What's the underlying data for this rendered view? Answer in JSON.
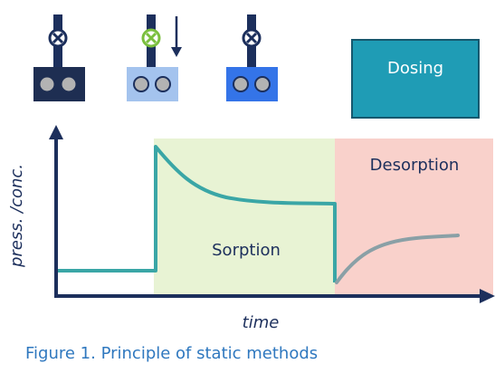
{
  "phases": {
    "sorption": "Sorption",
    "desorption": "Desorption"
  },
  "dosing_label": "Dosing",
  "axes": {
    "ylabel": "press. /conc.",
    "xlabel": "time"
  },
  "caption": "Figure 1. Principle of static methods",
  "colors": {
    "axis": "#1c2f5c",
    "curve": "#3aa6a6",
    "curve_desorption": "#8aa0a6",
    "sorption_bg": "#e8f3d4",
    "desorption_bg": "#f9d1cb",
    "dosing_fill": "#1f9cb5",
    "dosing_border": "#16586e",
    "valve_pipe": "#1c2f5c",
    "valve_closed_x": "#1c2f5c",
    "valve_open_x": "#7bbf3e",
    "cell_1": "#1e2e52",
    "cell_2": "#a4c3ee",
    "cell_3": "#3474e8"
  },
  "valves": [
    {
      "state": "closed",
      "arrow": false
    },
    {
      "state": "open",
      "arrow": true
    },
    {
      "state": "closed",
      "arrow": false
    }
  ]
}
